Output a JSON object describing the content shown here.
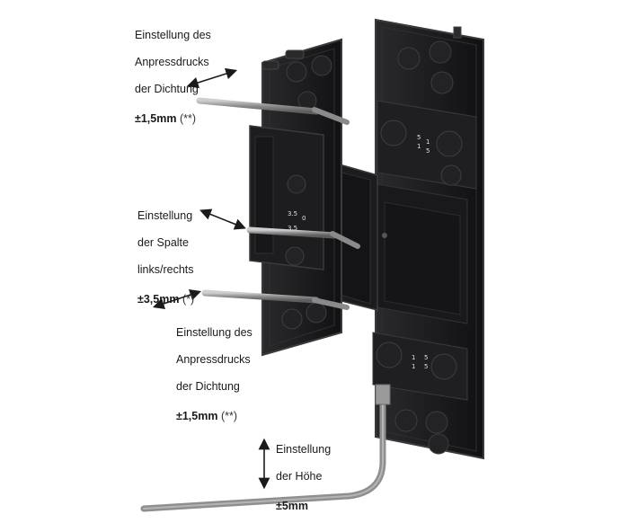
{
  "labels": {
    "top": {
      "lines": [
        "Einstellung des",
        "Anpressdrucks",
        "der Dichtung"
      ],
      "value": "±1,5mm",
      "note": "(**)"
    },
    "middle": {
      "lines": [
        "Einstellung",
        "der Spalte",
        "links/rechts"
      ],
      "value": "±3,5mm",
      "note": "(*)"
    },
    "lower": {
      "lines": [
        "Einstellung des",
        "Anpressdrucks",
        "der Dichtung"
      ],
      "value": "±1,5mm",
      "note": "(**)"
    },
    "bottom": {
      "lines": [
        "Einstellung",
        "der Höhe"
      ],
      "value": "±5mm",
      "note": ""
    }
  },
  "scale_marks": {
    "upper_plate": [
      "5",
      "1",
      "1",
      "5"
    ],
    "middle_block": [
      "3.5",
      "0",
      "3.5"
    ],
    "lower_plate": [
      "1",
      "5",
      "1",
      "5"
    ]
  },
  "colors": {
    "hinge_body": "#1b1b1d",
    "hinge_edge": "#3a3a3d",
    "rod": "#8f8f8f",
    "arrow": "#1a1a1a"
  }
}
